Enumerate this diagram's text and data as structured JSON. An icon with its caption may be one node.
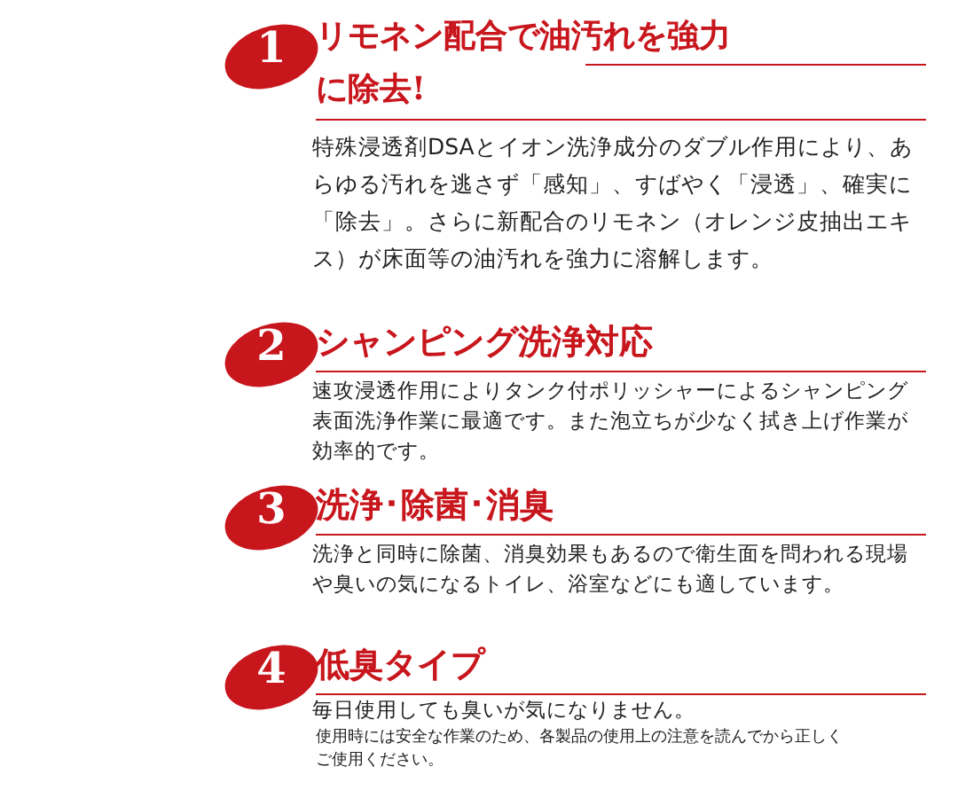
{
  "diagram": {
    "nodes": [
      {
        "text": [
          "1"
        ],
        "beside": [
          "リモネン配合で油汚れを強力に除去!",
          "特殊浸透剤DSAとイオン洗浄成分のダブル作用により、あらゆる汚れを逃さず「感知」、すばやく「浸透」、確実に「除去」。さらに新配合のリモネン（オレンジ皮抽出エキス）が床面等の油汚れを強力に溶解します。"
        ]
      },
      {
        "text": [
          "2"
        ],
        "beside": [
          "シャンピング洗浄対応",
          "速攻浸透作用によりタンク付ポリッシャーによるシャンピング表面洗浄作業に最適です。また泡立ちが少なく拭き上げ作業が効率的です。"
        ]
      },
      {
        "text": [
          "3"
        ],
        "beside": [
          "洗浄･除菌･消臭",
          "洗浄と同時に除菌、消臭効果もあるので衛生面を問われる現場や臭いの気になるトイレ、浴室などにも適しています。"
        ]
      },
      {
        "text": [
          "4"
        ],
        "beside": [
          "低臭タイプ",
          "毎日使用しても臭いが気になりません。"
        ]
      }
    ],
    "labels": [
      "使用時には安全な作業のため、各製品の使用上の注意を読んでから正しくご使用ください。"
    ]
  }
}
